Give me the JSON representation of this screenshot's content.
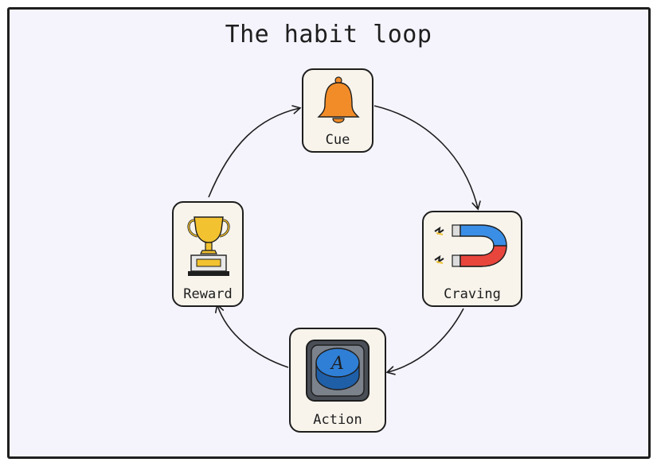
{
  "title": "The habit loop",
  "steps": {
    "cue": {
      "label": "Cue",
      "icon": "bell-icon"
    },
    "craving": {
      "label": "Craving",
      "icon": "magnet-icon"
    },
    "action": {
      "label": "Action",
      "icon": "button-a-icon",
      "button_glyph": "A"
    },
    "reward": {
      "label": "Reward",
      "icon": "trophy-icon"
    }
  },
  "colors": {
    "background": "#f5f4fd",
    "card": "#f8f4ec",
    "stroke": "#1e1e1e",
    "bell": "#f28c28",
    "magnet_red": "#e8453c",
    "magnet_blue": "#3a8ee6",
    "button_blue": "#2f7fd6",
    "trophy_gold": "#f2c230"
  }
}
